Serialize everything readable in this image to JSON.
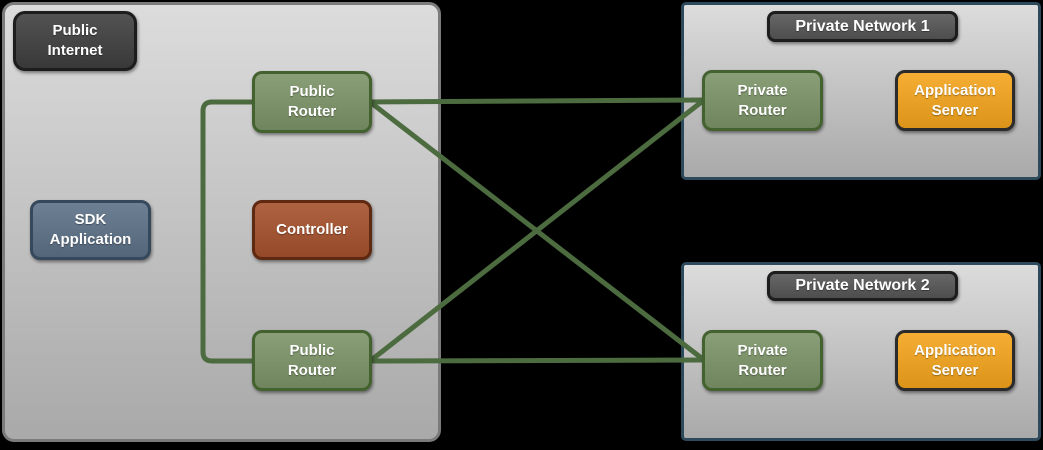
{
  "colors": {
    "canvas_bg": "#000000",
    "container_fill_top": "#dcdcdc",
    "container_fill_bottom": "#a9a9a9",
    "public_container_border": "#7b7b7b",
    "private_container_border": "#2c4a5c",
    "badge_dark_fill": "#3f3f3f",
    "badge_mid_fill": "#565656",
    "badge_border": "#1d1d1d",
    "green_fill": "#7c9468",
    "green_border": "#44622f",
    "link_line": "#4c6b3f",
    "blue_fill": "#5d7187",
    "blue_border": "#36485c",
    "red_fill": "#a5512c",
    "red_border": "#5f2911",
    "orange_fill": "#f4a51c",
    "orange_border": "#2b2b2b",
    "label_text": "#ffffff"
  },
  "public_internet": {
    "title": "Public Internet",
    "sdk_application": "SDK Application",
    "controller": "Controller",
    "public_router_top": "Public Router",
    "public_router_bottom": "Public Router"
  },
  "private_network_1": {
    "title": "Private Network 1",
    "private_router": "Private Router",
    "application_server": "Application Server"
  },
  "private_network_2": {
    "title": "Private Network 2",
    "private_router": "Private Router",
    "application_server": "Application Server"
  }
}
